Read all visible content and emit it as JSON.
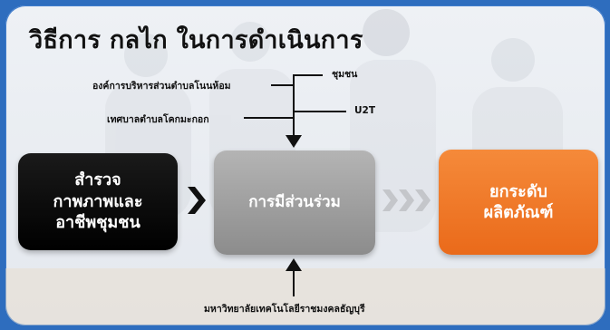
{
  "title": "วิธีการ กลไก ในการดำเนินการ",
  "inputs_top": {
    "left": [
      "องค์การบริหารส่วนตำบลโนนห้อม",
      "เทศบาลตำบลโคกมะกอก"
    ],
    "right": [
      "ชุมชน",
      "U2T"
    ]
  },
  "input_bottom": "มหาวิทยาลัยเทคโนโลยีราชมงคลธัญบุรี",
  "boxes": {
    "survey": [
      "สำรวจ",
      "กาพภาพและ",
      "อาชีพชุมชน"
    ],
    "participation": [
      "การมีส่วนร่วม"
    ],
    "upgrade": [
      "ยกระดับ",
      "ผลิตภัณฑ์"
    ]
  },
  "colors": {
    "survey": "#000000",
    "participation": "#9e9e9e",
    "upgrade": "#ef7a2a",
    "frame": "#2e6dbe"
  }
}
